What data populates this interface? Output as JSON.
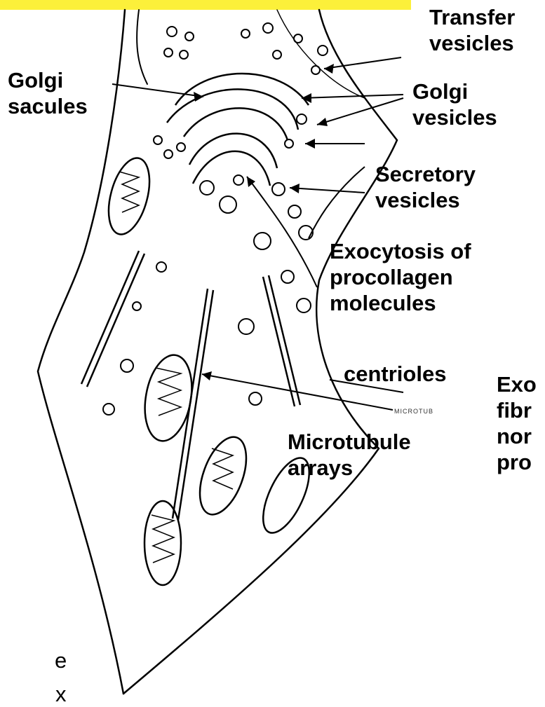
{
  "colors": {
    "banner": "#FCF03A",
    "ink": "#000000",
    "background": "#FFFFFF"
  },
  "labels": {
    "transfer_vesicles": [
      "Transfer",
      "vesicles"
    ],
    "golgi_sacules": [
      "Golgi",
      "sacules"
    ],
    "golgi_vesicles": [
      "Golgi",
      "vesicles"
    ],
    "secretory_vesicles": [
      "Secretory",
      "vesicles"
    ],
    "exocytosis": [
      "Exocytosis of",
      "procollagen",
      "molecules"
    ],
    "centrioles": "centrioles",
    "microtubule_arrays": [
      "Microtubule",
      "arrays"
    ],
    "exo_cut": [
      "Exo",
      "fibr",
      "nor",
      "pro"
    ],
    "micro_tag": "MICROTUB",
    "stray_letters": [
      "e",
      "x"
    ]
  }
}
